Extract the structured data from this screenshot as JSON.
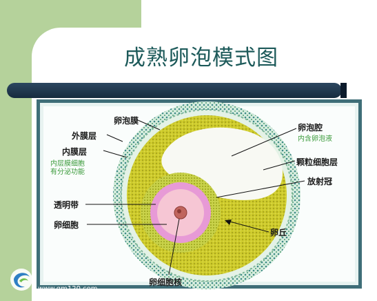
{
  "slide": {
    "title": "成熟卵泡模式图"
  },
  "diagram": {
    "labels": {
      "follicle_membrane": "卵泡膜",
      "theca_externa": "外膜层",
      "theca_interna": "内膜层",
      "theca_interna_note_1": "内层膜细胞",
      "theca_interna_note_2": "有分泌功能",
      "antrum": "卵泡腔",
      "antrum_note": "内含卵泡液",
      "granulosa_layer": "颗粒细胞层",
      "corona_radiata": "放射冠",
      "zona_pellucida": "透明带",
      "oocyte": "卵细胞",
      "cumulus": "卵丘",
      "nucleus": "卵细胞核"
    }
  },
  "watermark": {
    "url": "www.gm120.com"
  },
  "colors": {
    "title": "#1d5a5a",
    "title_bar": "#1f3850",
    "granulosa": "#cfcc2c",
    "zona_pellucida": "#e79ad6",
    "oocyte": "#f6c6d4",
    "frame": "#3f6e78",
    "note_text": "#3c9b3c"
  }
}
